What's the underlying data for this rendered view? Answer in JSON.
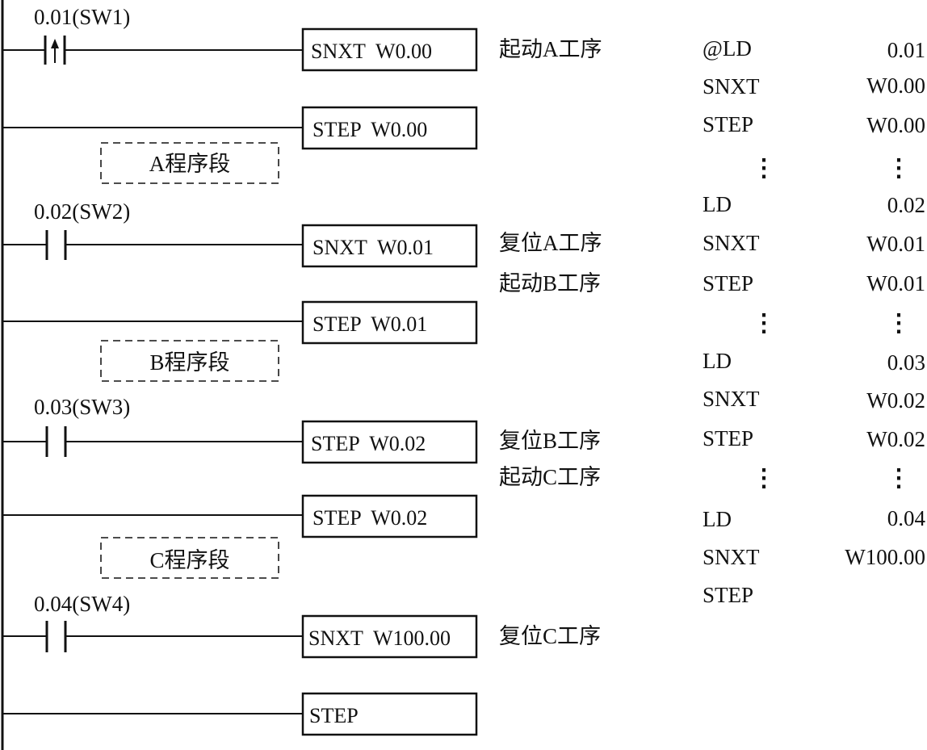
{
  "diagram": {
    "contacts": [
      {
        "label": "0.01(SW1)",
        "type": "rising-edge"
      },
      {
        "label": "0.02(SW2)",
        "type": "no"
      },
      {
        "label": "0.03(SW3)",
        "type": "no"
      },
      {
        "label": "0.04(SW4)",
        "type": "no"
      }
    ],
    "boxes": [
      "SNXT  W0.00",
      "STEP  W0.00",
      "SNXT  W0.01",
      "STEP  W0.01",
      "STEP  W0.02",
      "STEP  W0.02",
      "SNXT  W100.00",
      "STEP"
    ],
    "segments": [
      "A程序段",
      "B程序段",
      "C程序段"
    ],
    "notes": [
      "起动A工序",
      "复位A工序",
      "起动B工序",
      "复位B工序",
      "起动C工序",
      "复位C工序"
    ],
    "instructions": [
      {
        "op": "@LD",
        "arg": "0.01"
      },
      {
        "op": "SNXT",
        "arg": "W0.00"
      },
      {
        "op": "STEP",
        "arg": "W0.00"
      },
      {
        "op": "⋮",
        "arg": "⋮"
      },
      {
        "op": "LD",
        "arg": "0.02"
      },
      {
        "op": "SNXT",
        "arg": "W0.01"
      },
      {
        "op": "STEP",
        "arg": "W0.01"
      },
      {
        "op": "⋮",
        "arg": "⋮"
      },
      {
        "op": "LD",
        "arg": "0.03"
      },
      {
        "op": "SNXT",
        "arg": "W0.02"
      },
      {
        "op": "STEP",
        "arg": "W0.02"
      },
      {
        "op": "⋮",
        "arg": "⋮"
      },
      {
        "op": "LD",
        "arg": "0.04"
      },
      {
        "op": "SNXT",
        "arg": "W100.00"
      },
      {
        "op": "STEP",
        "arg": ""
      }
    ]
  }
}
